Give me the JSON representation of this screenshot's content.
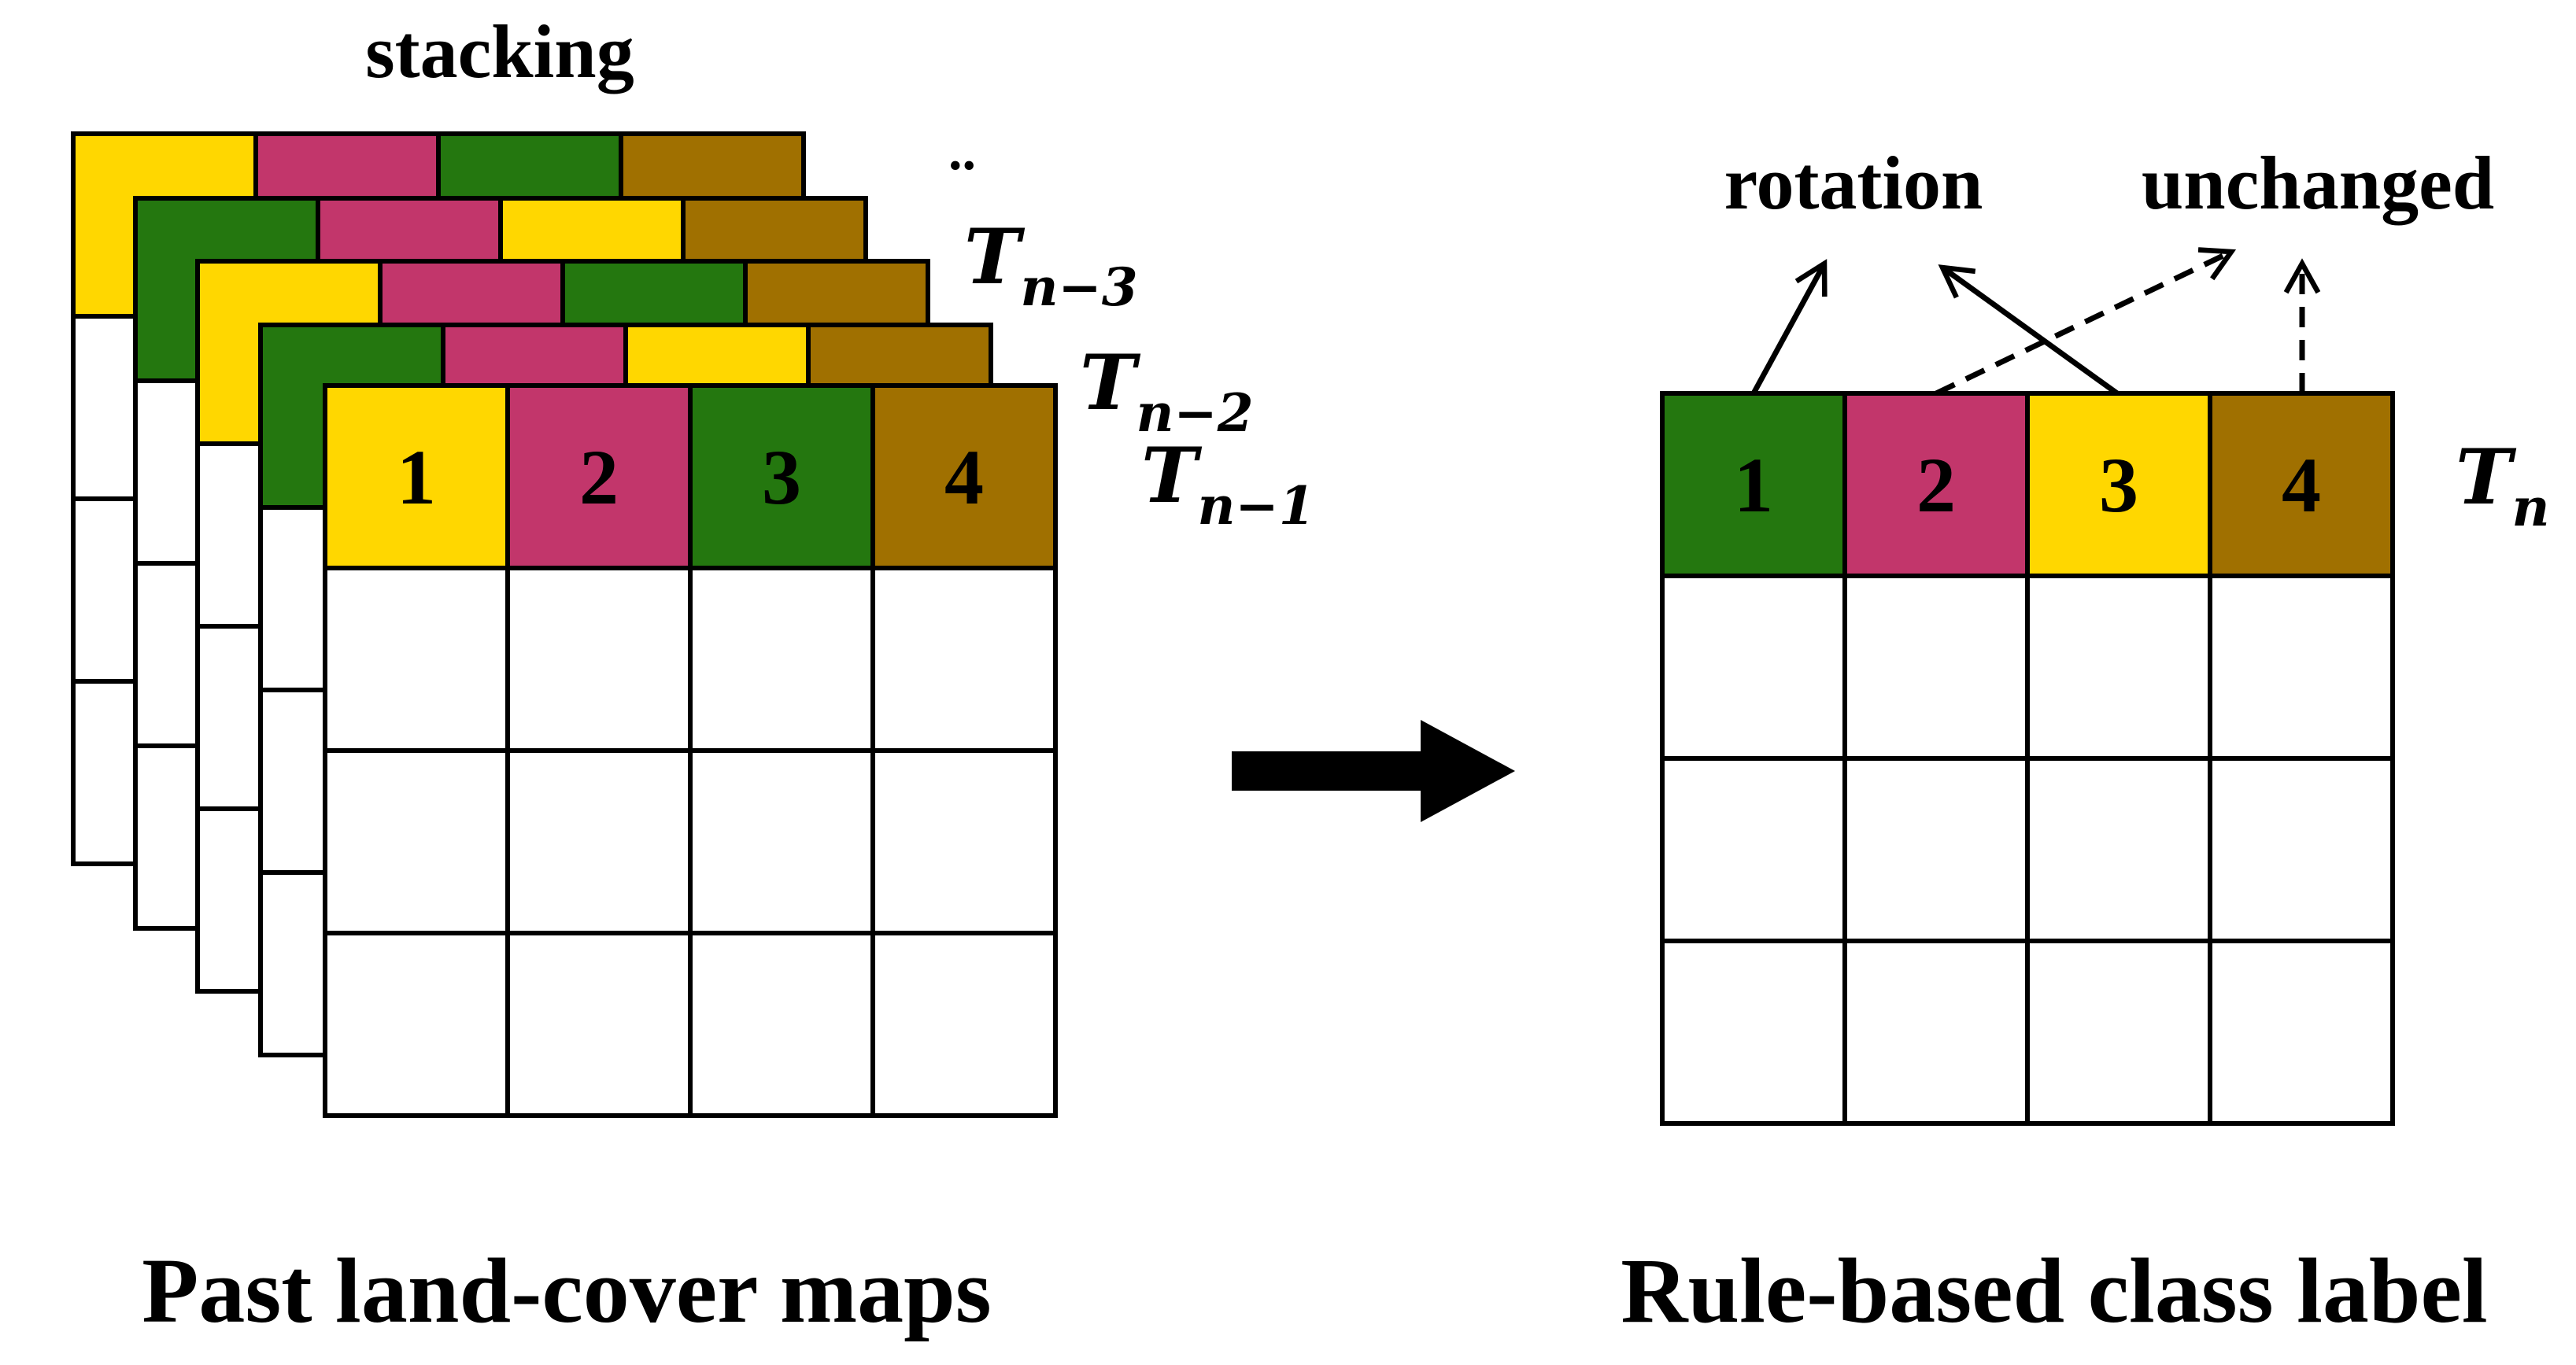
{
  "labels": {
    "stacking": "stacking",
    "ellipsis": "..",
    "rotation": "rotation",
    "unchanged": "unchanged"
  },
  "layers": [
    {
      "label": "",
      "top_row": [
        "#FFD700",
        "#C2366B",
        "#24770F",
        "#A07000"
      ]
    },
    {
      "label": "T",
      "sub": "n−3",
      "top_row": [
        "#24770F",
        "#C2366B",
        "#FFD700",
        "#A07000"
      ]
    },
    {
      "label": "",
      "top_row": [
        "#FFD700",
        "#C2366B",
        "#24770F",
        "#A07000"
      ]
    },
    {
      "label": "T",
      "sub": "n−2",
      "top_row": [
        "#24770F",
        "#C2366B",
        "#FFD700",
        "#A07000"
      ]
    },
    {
      "label": "T",
      "sub": "n−1",
      "top_row": [
        "#FFD700",
        "#C2366B",
        "#24770F",
        "#A07000"
      ],
      "numbers": [
        "1",
        "2",
        "3",
        "4"
      ]
    }
  ],
  "current_map": {
    "label": "T",
    "sub": "n",
    "top_row": [
      "#24770F",
      "#C2366B",
      "#FFD700",
      "#A07000"
    ],
    "numbers": [
      "1",
      "2",
      "3",
      "4"
    ]
  },
  "captions": {
    "left": "Past land-cover maps",
    "right": "Rule-based class label"
  }
}
